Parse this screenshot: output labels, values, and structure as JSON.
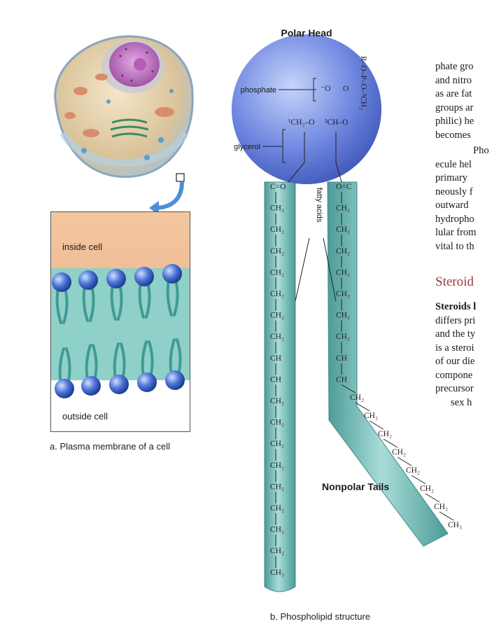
{
  "panel_a": {
    "inside_label": "inside cell",
    "outside_label": "outside cell",
    "caption": "a. Plasma membrane of a cell"
  },
  "panel_b": {
    "polar_head_label": "Polar Head",
    "phosphate_label": "phosphate",
    "glycerol_label": "glycerol",
    "fatty_acids_label": "fatty acids",
    "nonpolar_tails_label": "Nonpolar Tails",
    "caption": "b. Phospholipid structure",
    "head_formula": {
      "r_group": "R–O–P–O–³CH₂",
      "charge": "⁻O",
      "double_o": "O",
      "ch2_top": "¹CH₂–O",
      "ch_mid": "²CH–O"
    },
    "left_tail": [
      "C=O",
      "CH₂",
      "CH₂",
      "CH₂",
      "CH₂",
      "CH₂",
      "CH₂",
      "CH₂",
      "CH",
      "CH",
      "CH₂",
      "CH₂",
      "CH₂",
      "CH₂",
      "CH₂",
      "CH₂",
      "CH₂",
      "CH₂",
      "CH₃"
    ],
    "right_tail": [
      "O=C",
      "CH₂",
      "CH₂",
      "CH₂",
      "CH₂",
      "CH₂",
      "CH₂",
      "CH₂",
      "CH",
      "CH",
      "CH₂",
      "CH₂",
      "CH₂",
      "CH₂",
      "CH₂",
      "CH₂",
      "CH₂",
      "CH₃"
    ]
  },
  "text_column": {
    "para1": [
      "phate gro",
      "and nitro",
      "as are fat",
      "groups ar",
      "philic) he",
      "becomes"
    ],
    "para2": [
      "Pho",
      "ecule hel",
      "primary ",
      "neously f",
      "outward",
      "hydropho",
      "lular from",
      "vital to th"
    ],
    "heading": "Steroid",
    "para3_bold": "Steroids l",
    "para3": [
      "differs pri",
      "and the ty",
      "is a steroi",
      "of our die",
      "compone",
      "precursor",
      "sex h"
    ]
  },
  "colors": {
    "head_blue": "#6f87e0",
    "tail_teal": "#6cb6b3",
    "heading_red": "#9b3a3a",
    "arrow_blue": "#4d8fd6"
  }
}
